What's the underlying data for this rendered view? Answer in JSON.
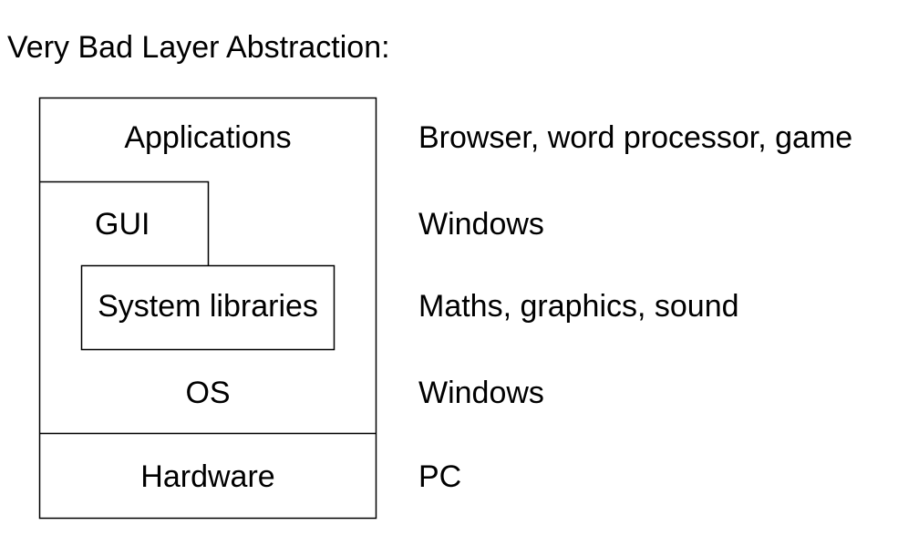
{
  "title": "Very Bad Layer Abstraction:",
  "colors": {
    "line": "#000000",
    "background": "#ffffff",
    "text": "#000000"
  },
  "layers": {
    "applications": "Applications",
    "gui": "GUI",
    "system_libraries": "System libraries",
    "os": "OS",
    "hardware": "Hardware"
  },
  "examples": {
    "applications": "Browser, word processor, game",
    "gui": "Windows",
    "system_libraries": "Maths, graphics, sound",
    "os": "Windows",
    "hardware": "PC"
  }
}
